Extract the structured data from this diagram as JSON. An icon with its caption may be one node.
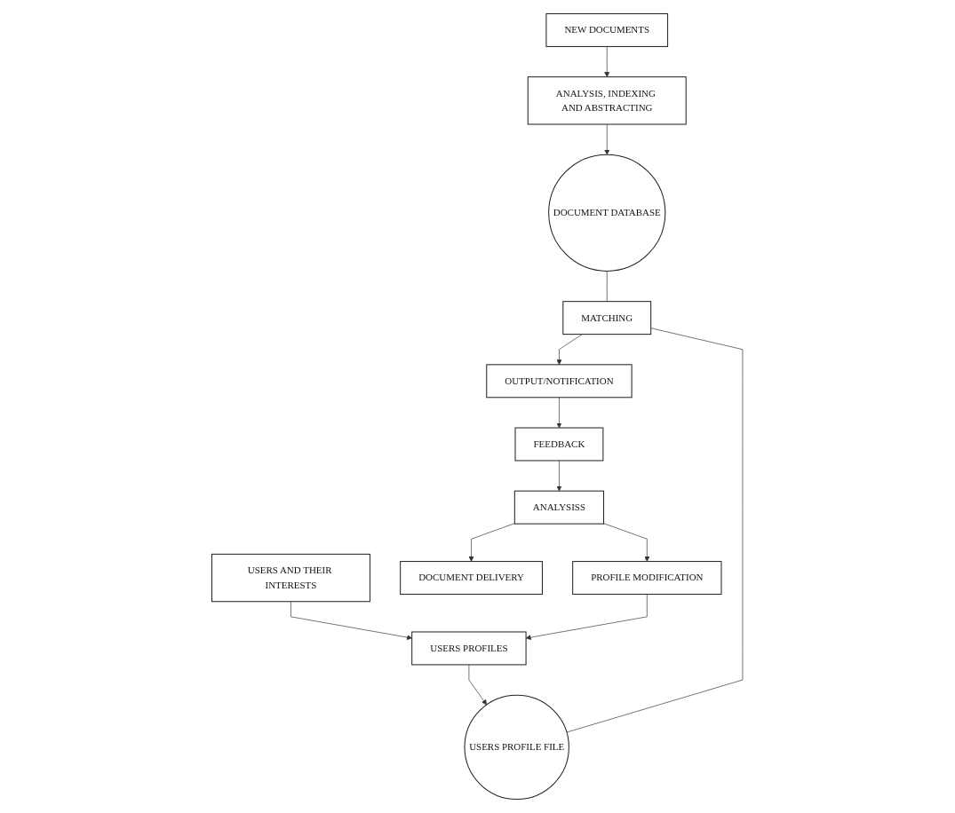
{
  "diagram": {
    "nodes": [
      {
        "text": [
          "NEW DOCUMENTS"
        ]
      },
      {
        "text": [
          "ANALYSIS, INDEXING AND ABSTRACTING"
        ]
      },
      {
        "text": [
          "DOCUMENT DATABASE"
        ]
      },
      {
        "text": [
          "USERS AND THEIR INTERESTS"
        ]
      },
      {
        "text": [
          "USERS PROFILES"
        ]
      },
      {
        "text": [
          "USERS PROFILE FILE"
        ]
      },
      {
        "text": [
          "MATCHING"
        ]
      },
      {
        "text": [
          "OUTPUT/NOTIFICATION"
        ]
      },
      {
        "text": [
          "FEEDBACK"
        ]
      },
      {
        "text": [
          "ANALYSISS"
        ]
      },
      {
        "text": [
          "DOCUMENT DELIVERY"
        ]
      },
      {
        "text": [
          "PROFILE MODIFICATION"
        ]
      }
    ],
    "edges": [
      {
        "from": 0,
        "to": 1,
        "arrow": "to"
      },
      {
        "from": 1,
        "to": 2,
        "arrow": "to"
      },
      {
        "from": 3,
        "to": 4,
        "arrow": "to"
      },
      {
        "from": 4,
        "to": 5,
        "arrow": "to"
      },
      {
        "from": 2,
        "to": 6,
        "arrow": "none"
      },
      {
        "from": 5,
        "to": 6,
        "arrow": "none"
      },
      {
        "from": 6,
        "to": 7,
        "arrow": "to"
      },
      {
        "from": 7,
        "to": 8,
        "arrow": "to"
      },
      {
        "from": 8,
        "to": 9,
        "arrow": "to"
      },
      {
        "from": 9,
        "to": 10,
        "arrow": "to"
      },
      {
        "from": 9,
        "to": 11,
        "arrow": "to"
      },
      {
        "from": 11,
        "to": 4,
        "arrow": "to"
      }
    ]
  }
}
